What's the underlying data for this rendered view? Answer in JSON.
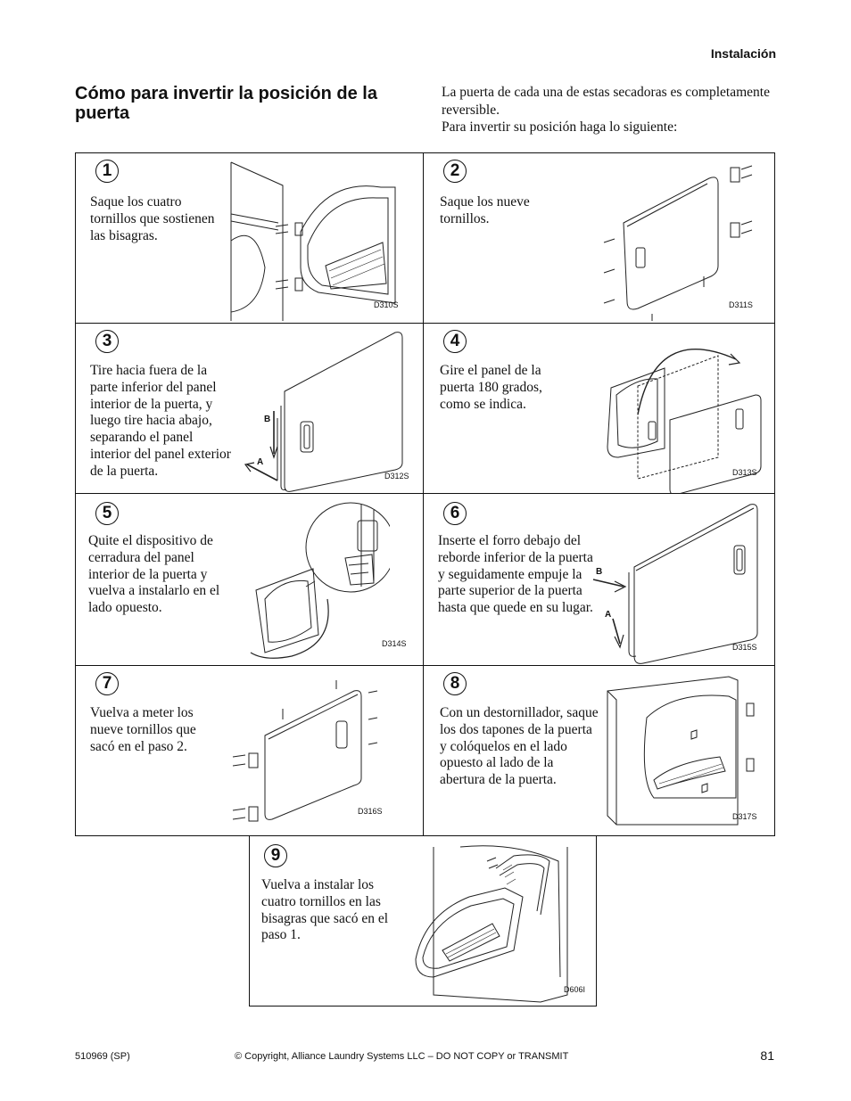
{
  "header": {
    "section": "Instalación"
  },
  "title": "Cómo para invertir la posición de la puerta",
  "intro": [
    "La puerta de cada una de estas secadoras es completamente reversible.",
    "Para invertir su posición haga lo siguiente:"
  ],
  "steps": [
    {
      "num": "1",
      "text": "Saque los cuatro tornillos que sostienen las bisagras.",
      "figure": "D310S"
    },
    {
      "num": "2",
      "text": "Saque los nueve tornillos.",
      "figure": "D311S"
    },
    {
      "num": "3",
      "text": "Tire hacia fuera de la parte inferior del panel interior de la puerta, y luego tire hacia abajo, separando el panel interior del panel exterior de la puerta.",
      "figure": "D312S",
      "callouts": [
        "B",
        "A"
      ]
    },
    {
      "num": "4",
      "text": "Gire el panel de la puerta 180 grados, como se indica.",
      "figure": "D313S"
    },
    {
      "num": "5",
      "text": "Quite el dispositivo de cerradura del panel interior de la puerta y vuelva a instalarlo en el lado opuesto.",
      "figure": "D314S"
    },
    {
      "num": "6",
      "text": "Inserte el forro debajo del reborde inferior de la puerta y seguidamente empuje la parte superior de la puerta hasta que quede en su lugar.",
      "figure": "D315S",
      "callouts": [
        "B",
        "A"
      ]
    },
    {
      "num": "7",
      "text": "Vuelva a meter los nueve tornillos que sacó en el paso 2.",
      "figure": "D316S"
    },
    {
      "num": "8",
      "text": "Con un destornillador, saque los dos tapones de la puerta y colóquelos en el lado opuesto al lado de la abertura de la puerta.",
      "figure": "D317S"
    },
    {
      "num": "9",
      "text": "Vuelva a instalar los cuatro tornillos en las bisagras que sacó en el paso 1.",
      "figure": "D606I"
    }
  ],
  "footer": {
    "doc_number": "510969 (SP)",
    "copyright": "© Copyright, Alliance Laundry Systems LLC – DO NOT COPY or TRANSMIT",
    "page": "81"
  }
}
